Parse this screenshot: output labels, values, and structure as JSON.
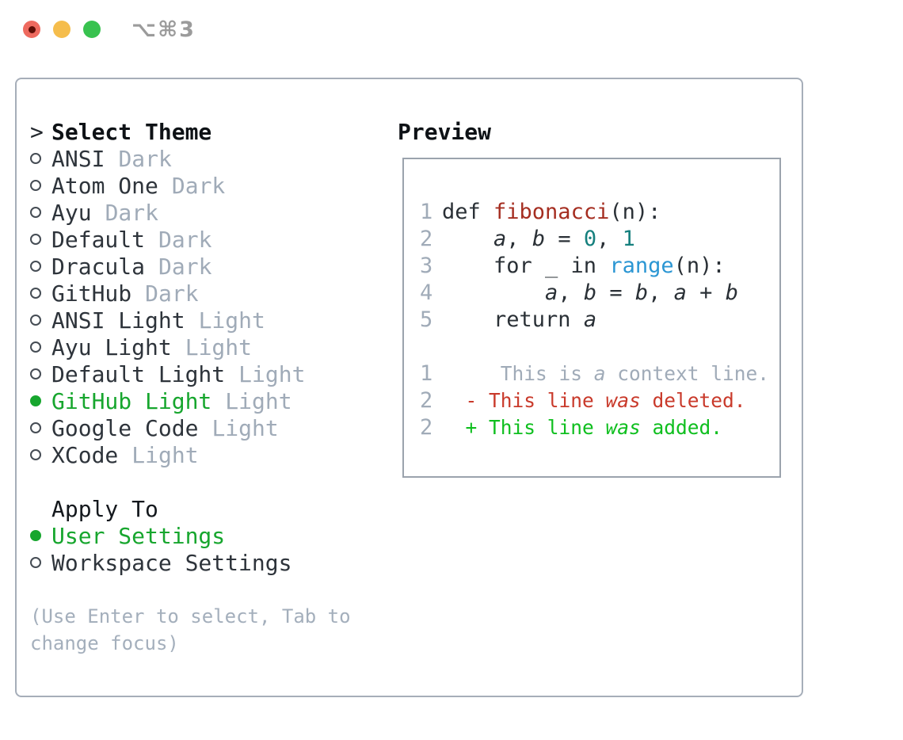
{
  "window": {
    "shortcut": "⌥⌘3"
  },
  "colors": {
    "selection_green": "#17a62e",
    "added_green": "#0fbf1f",
    "deleted_red": "#c93a2b",
    "function_red": "#a52e21",
    "number_teal": "#16807e",
    "builtin_blue": "#2b96d3",
    "text_dark": "#2e343b",
    "muted_gray": "#a0abb8",
    "panel_border": "#a6aeb9",
    "traffic_red": "#ee6a5f",
    "traffic_yellow": "#f5bd4c",
    "traffic_green": "#38c24f"
  },
  "theme_panel": {
    "prompt": ">",
    "title": "Select Theme",
    "items": [
      {
        "name": "ANSI",
        "variant": "Dark",
        "selected": false
      },
      {
        "name": "Atom One",
        "variant": "Dark",
        "selected": false
      },
      {
        "name": "Ayu",
        "variant": "Dark",
        "selected": false
      },
      {
        "name": "Default",
        "variant": "Dark",
        "selected": false
      },
      {
        "name": "Dracula",
        "variant": "Dark",
        "selected": false
      },
      {
        "name": "GitHub",
        "variant": "Dark",
        "selected": false
      },
      {
        "name": "ANSI Light",
        "variant": "Light",
        "selected": false
      },
      {
        "name": "Ayu Light",
        "variant": "Light",
        "selected": false
      },
      {
        "name": "Default Light",
        "variant": "Light",
        "selected": false
      },
      {
        "name": "GitHub Light",
        "variant": "Light",
        "selected": true
      },
      {
        "name": "Google Code",
        "variant": "Light",
        "selected": false
      },
      {
        "name": "XCode",
        "variant": "Light",
        "selected": false
      }
    ],
    "apply_to": {
      "title": "Apply To",
      "options": [
        {
          "label": "User Settings",
          "selected": true
        },
        {
          "label": "Workspace Settings",
          "selected": false
        }
      ]
    },
    "hint_line1": "(Use Enter to select, Tab to",
    "hint_line2": "change focus)"
  },
  "preview": {
    "title": "Preview",
    "lines": [
      {
        "kind": "py",
        "num": "1",
        "tokens": [
          {
            "t": "def ",
            "c": "plain"
          },
          {
            "t": "fibonacci",
            "c": "func"
          },
          {
            "t": "(n):",
            "c": "plain"
          }
        ]
      },
      {
        "kind": "py",
        "num": "2",
        "tokens": [
          {
            "t": "    ",
            "c": "plain"
          },
          {
            "t": "a",
            "c": "var"
          },
          {
            "t": ", ",
            "c": "plain"
          },
          {
            "t": "b",
            "c": "var"
          },
          {
            "t": " = ",
            "c": "plain"
          },
          {
            "t": "0",
            "c": "number"
          },
          {
            "t": ", ",
            "c": "plain"
          },
          {
            "t": "1",
            "c": "number"
          }
        ]
      },
      {
        "kind": "py",
        "num": "3",
        "tokens": [
          {
            "t": "    for _ in ",
            "c": "plain"
          },
          {
            "t": "range",
            "c": "builtin"
          },
          {
            "t": "(n):",
            "c": "plain"
          }
        ]
      },
      {
        "kind": "py",
        "num": "4",
        "tokens": [
          {
            "t": "        ",
            "c": "plain"
          },
          {
            "t": "a",
            "c": "var"
          },
          {
            "t": ", ",
            "c": "plain"
          },
          {
            "t": "b",
            "c": "var"
          },
          {
            "t": " = ",
            "c": "plain"
          },
          {
            "t": "b",
            "c": "var"
          },
          {
            "t": ", ",
            "c": "plain"
          },
          {
            "t": "a",
            "c": "var"
          },
          {
            "t": " + ",
            "c": "plain"
          },
          {
            "t": "b",
            "c": "var"
          }
        ]
      },
      {
        "kind": "py",
        "num": "5",
        "tokens": [
          {
            "t": "    return ",
            "c": "plain"
          },
          {
            "t": "a",
            "c": "var"
          }
        ]
      },
      {
        "kind": "blank",
        "num": "",
        "tokens": []
      },
      {
        "kind": "diff",
        "num": "1",
        "tokens": [
          {
            "t": "     This is ",
            "c": "ctx"
          },
          {
            "t": "a",
            "c": "ctxvar"
          },
          {
            "t": " context line.",
            "c": "ctx"
          }
        ]
      },
      {
        "kind": "diff",
        "num": "2",
        "tokens": [
          {
            "t": "  ",
            "c": "ctx"
          },
          {
            "t": "- This line ",
            "c": "del"
          },
          {
            "t": "was",
            "c": "delvar"
          },
          {
            "t": " deleted.",
            "c": "del"
          }
        ]
      },
      {
        "kind": "diff",
        "num": "2",
        "tokens": [
          {
            "t": "  ",
            "c": "ctx"
          },
          {
            "t": "+ This line ",
            "c": "add"
          },
          {
            "t": "was",
            "c": "addvar"
          },
          {
            "t": " added.",
            "c": "add"
          }
        ]
      }
    ]
  }
}
